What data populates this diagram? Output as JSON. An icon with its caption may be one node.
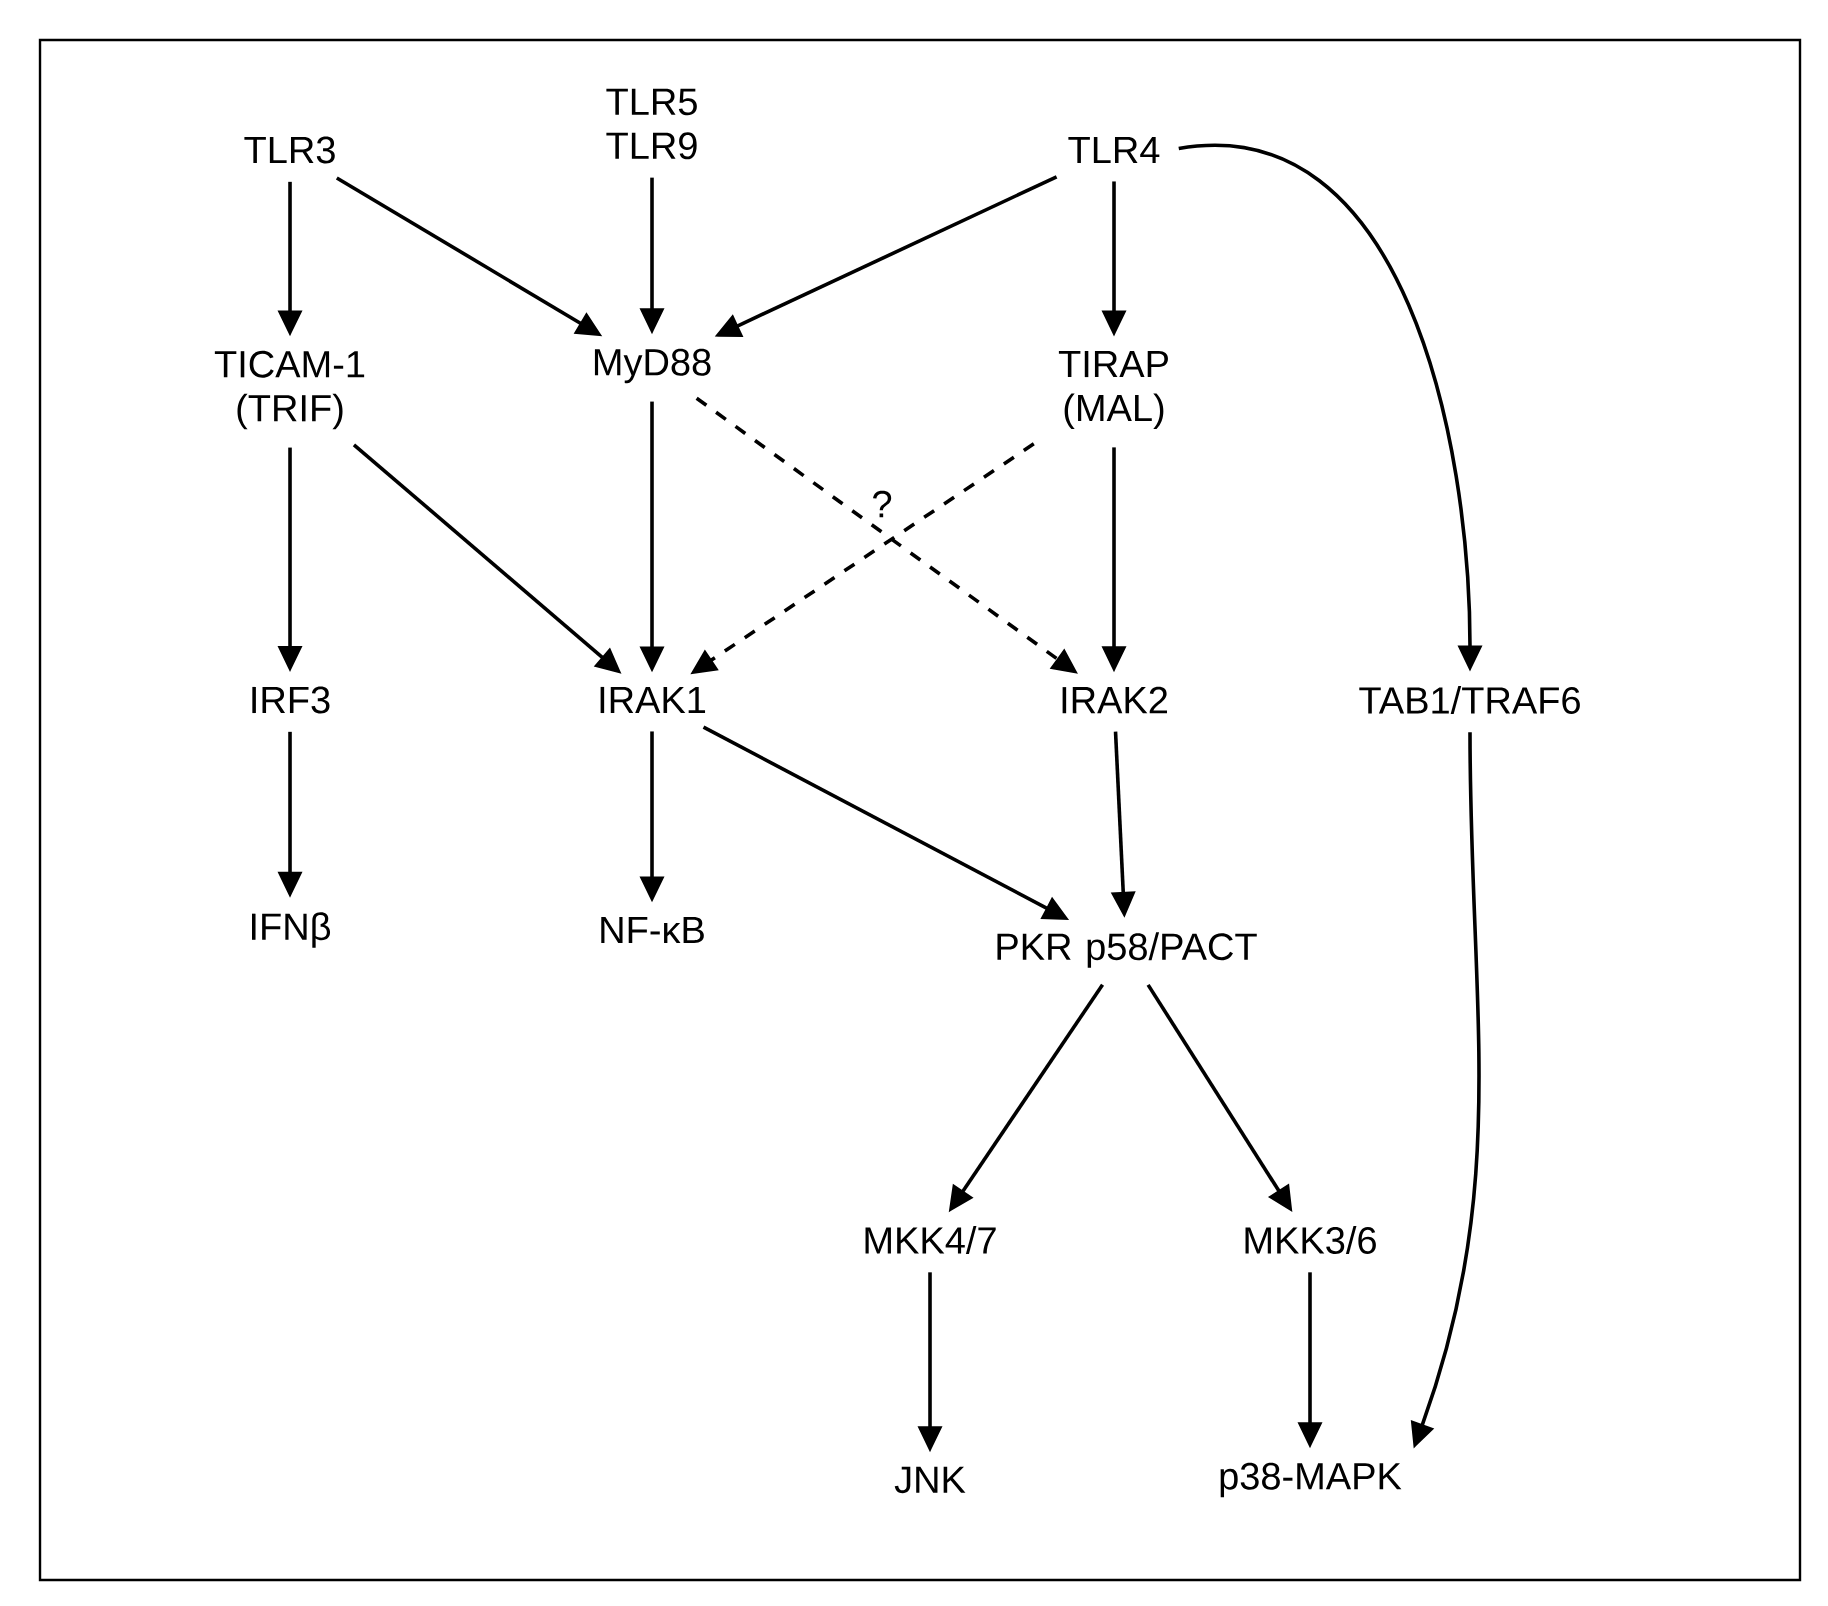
{
  "diagram": {
    "nodes": [
      {
        "text": [
          "TLR3"
        ]
      },
      {
        "text": [
          "TLR5 TLR9"
        ]
      },
      {
        "text": [
          "TLR4"
        ]
      },
      {
        "text": [
          "TICAM-1 (TRIF)"
        ]
      },
      {
        "text": [
          "MyD88"
        ]
      },
      {
        "text": [
          "TIRAP (MAL)"
        ]
      },
      {
        "text": [
          "IRF3"
        ]
      },
      {
        "text": [
          "IRAK1"
        ]
      },
      {
        "text": [
          "IRAK2"
        ]
      },
      {
        "text": [
          "TAB1/TRAF6"
        ]
      },
      {
        "text": [
          "IFNβ"
        ]
      },
      {
        "text": [
          "NF-κB"
        ]
      },
      {
        "text": [
          "PKR p58/PACT"
        ]
      },
      {
        "text": [
          "MKK4/7"
        ]
      },
      {
        "text": [
          "MKK3/6"
        ]
      },
      {
        "text": [
          "JNK"
        ]
      },
      {
        "text": [
          "p38-MAPK"
        ]
      }
    ],
    "edges": [
      {
        "from": 0,
        "to": 3,
        "arrow": "to"
      },
      {
        "from": 0,
        "to": 4,
        "arrow": "to"
      },
      {
        "from": 1,
        "to": 4,
        "arrow": "to"
      },
      {
        "from": 2,
        "to": 4,
        "arrow": "to"
      },
      {
        "from": 2,
        "to": 5,
        "arrow": "to"
      },
      {
        "from": 2,
        "to": 9,
        "arrow": "to"
      },
      {
        "from": 3,
        "to": 6,
        "arrow": "to"
      },
      {
        "from": 3,
        "to": 7,
        "arrow": "to"
      },
      {
        "from": 4,
        "to": 7,
        "arrow": "to"
      },
      {
        "from": 4,
        "to": 8,
        "arrow": "to",
        "style": "dashed"
      },
      {
        "from": 5,
        "to": 7,
        "arrow": "to",
        "style": "dashed"
      },
      {
        "from": 5,
        "to": 8,
        "arrow": "to"
      },
      {
        "from": 6,
        "to": 10,
        "arrow": "to"
      },
      {
        "from": 7,
        "to": 11,
        "arrow": "to"
      },
      {
        "from": 7,
        "to": 12,
        "arrow": "to"
      },
      {
        "from": 8,
        "to": 12,
        "arrow": "to"
      },
      {
        "from": 12,
        "to": 13,
        "arrow": "to"
      },
      {
        "from": 12,
        "to": 14,
        "arrow": "to"
      },
      {
        "from": 13,
        "to": 15,
        "arrow": "to"
      },
      {
        "from": 14,
        "to": 16,
        "arrow": "to"
      },
      {
        "from": 9,
        "to": 16,
        "arrow": "to"
      }
    ],
    "labels": [
      "?"
    ]
  }
}
